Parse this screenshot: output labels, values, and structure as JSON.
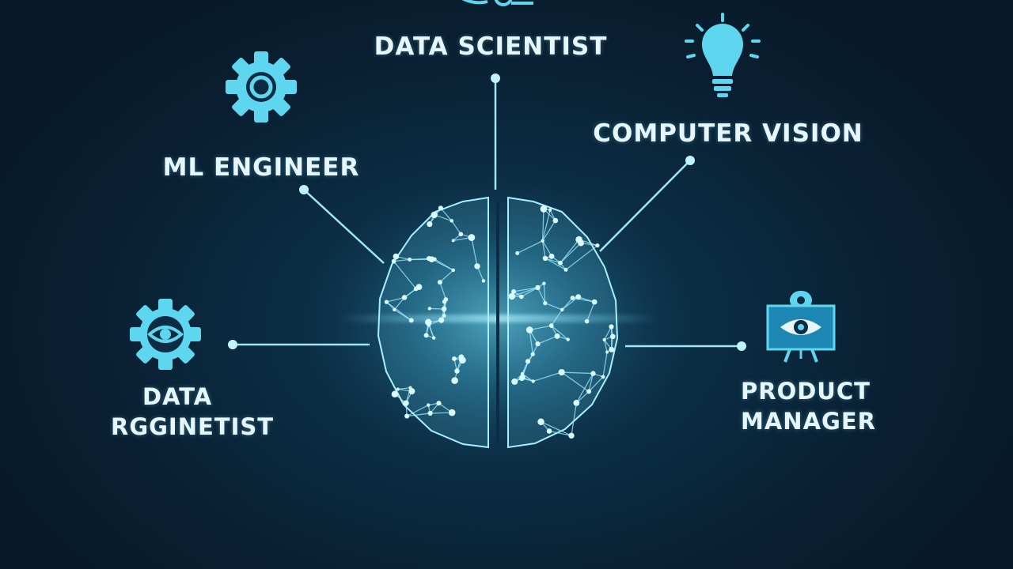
{
  "colors": {
    "background": "#0a2336",
    "accent": "#5fd6ef",
    "connector": "#9fe6f6",
    "brain_glow": "#7fe9ff",
    "label_text": "#e6f6fb",
    "monitor_fill": "#1d87b3"
  },
  "center": {
    "icon": "brain-network-icon"
  },
  "nodes": [
    {
      "id": "data-scientist",
      "label_lines": [
        "DATA SCIENTIST"
      ],
      "icon": "magnifier-chart-icon"
    },
    {
      "id": "ml-engineer",
      "label_lines": [
        "ML ENGINEER"
      ],
      "icon": "gear-icon"
    },
    {
      "id": "computer-vision",
      "label_lines": [
        "COMPUTER VISION"
      ],
      "icon": "lightbulb-icon"
    },
    {
      "id": "data-rgginetist",
      "label_lines": [
        "DATA",
        "RGGINETIST"
      ],
      "icon": "gear-eye-icon"
    },
    {
      "id": "product-manager",
      "label_lines": [
        "PRODUCT",
        "MANAGER"
      ],
      "icon": "monitor-eye-icon"
    }
  ]
}
